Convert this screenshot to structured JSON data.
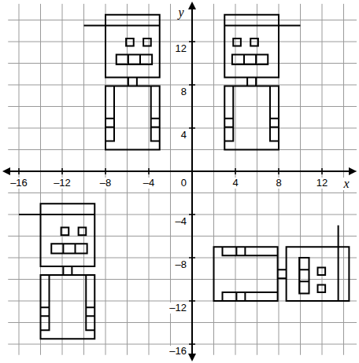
{
  "diagram": {
    "labels": [
      "–16",
      "–12",
      "–8",
      "–4",
      "0",
      "4",
      "8",
      "12",
      "x",
      "y",
      "12",
      "8",
      "4",
      "–4",
      "–8",
      "–12",
      "–16"
    ]
  }
}
